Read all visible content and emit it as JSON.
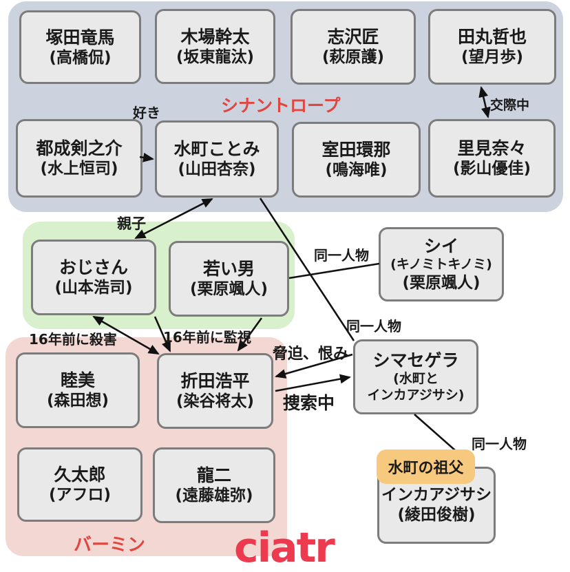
{
  "groups": {
    "sinanthrope_label": "シナントロープ",
    "vermin_label": "バーミン"
  },
  "colors": {
    "panel_blue": "#ccd3df",
    "panel_green": "#d9f0cc",
    "panel_pink": "#f3d7d3",
    "box_fill": "#e9e9e9",
    "box_border": "#7c7c7c",
    "label_red": "#e0453f",
    "logo_red": "#ee3a4e",
    "tag_orange": "#f7c97e"
  },
  "characters": {
    "tsukada": {
      "name": "塚田竜馬",
      "actor": "(高橋侃)"
    },
    "kiba": {
      "name": "木場幹太",
      "actor": "(坂東龍汰)"
    },
    "shizawa": {
      "name": "志沢匠",
      "actor": "(萩原護)"
    },
    "tamaru": {
      "name": "田丸哲也",
      "actor": "(望月歩)"
    },
    "tonari": {
      "name": "都成剣之介",
      "actor": "(水上恒司)"
    },
    "mizumachi": {
      "name": "水町ことみ",
      "actor": "(山田杏奈)"
    },
    "murota": {
      "name": "室田環那",
      "actor": "(鳴海唯)"
    },
    "satomi": {
      "name": "里見奈々",
      "actor": "(影山優佳)"
    },
    "ojisan": {
      "name": "おじさん",
      "actor": "(山本浩司)"
    },
    "wakai_otoko": {
      "name": "若い男",
      "actor": "(栗原颯人)"
    },
    "shii": {
      "name": "シイ",
      "alias": "(キノミトキノミ)",
      "actor": "(栗原颯人)"
    },
    "mutsumi": {
      "name": "睦美",
      "actor": "(森田想)"
    },
    "orita": {
      "name": "折田浩平",
      "actor": "(染谷将太)"
    },
    "kyutaro": {
      "name": "久太郎",
      "actor": "(アフロ)"
    },
    "ryuji": {
      "name": "龍二",
      "actor": "(遠藤雄弥)"
    },
    "shimasegera": {
      "name": "シマセゲラ",
      "alias_line1": "(水町と",
      "alias_line2": "インカアジサシ)"
    },
    "inka_ajisashi": {
      "name": "インカアジサシ",
      "actor": "(綾田俊樹)"
    }
  },
  "tags": {
    "grandfather": "水町の祖父"
  },
  "relations": {
    "suki": "好き",
    "kousai": "交際中",
    "oyako": "親子",
    "douitsu_1": "同一人物",
    "douitsu_2": "同一人物",
    "douitsu_3": "同一人物",
    "satsugai": "16年前に殺害",
    "kanshi": "16年前に監視",
    "kyouhaku": "脅迫、恨み",
    "sousaku": "捜索中"
  },
  "logo": {
    "text": "ciatr"
  }
}
